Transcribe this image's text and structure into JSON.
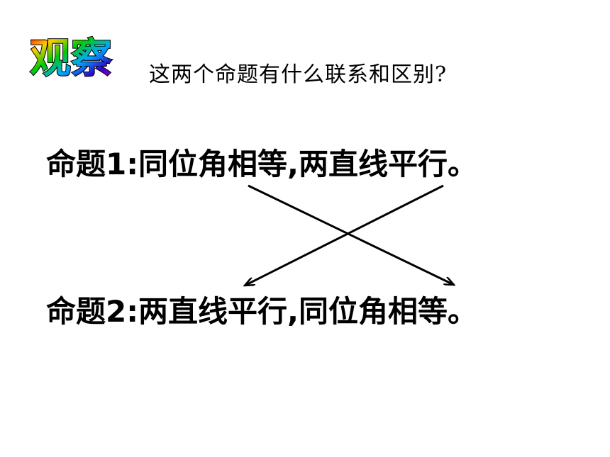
{
  "header": {
    "logo_text": "观察",
    "question": "这两个命题有什么联系和区别?"
  },
  "propositions": [
    {
      "label": "命题1:",
      "content": "同位角相等,两直线平行。"
    },
    {
      "label": "命题2:",
      "content": "两直线平行,同位角相等。"
    }
  ],
  "colors": {
    "text": "#000000",
    "background": "#ffffff",
    "logo_gradient": [
      "#ff0000",
      "#ffcc00",
      "#00cc00",
      "#00aaff",
      "#3300cc",
      "#cc00cc"
    ]
  }
}
